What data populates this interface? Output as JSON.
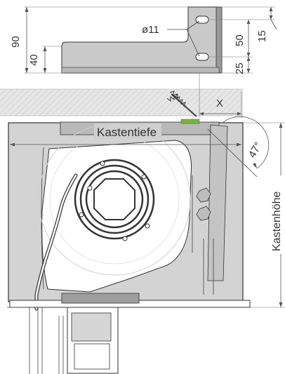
{
  "labels": {
    "hole_diameter": "ø11",
    "bracket_height": "90",
    "bracket_lower": "40",
    "slot_top": "15",
    "slot_spacing": "50",
    "slot_bottom": "25",
    "offset_x": "X",
    "box_depth": "Kastentiefe",
    "box_height": "Kastenhöhe",
    "angle": "47°"
  },
  "colors": {
    "housing_gray": "#cfcfcf",
    "bracket_gray": "#c8c8c8",
    "wall_hatch": "#dedede",
    "seal_green": "#7cb342",
    "line": "#333333"
  }
}
